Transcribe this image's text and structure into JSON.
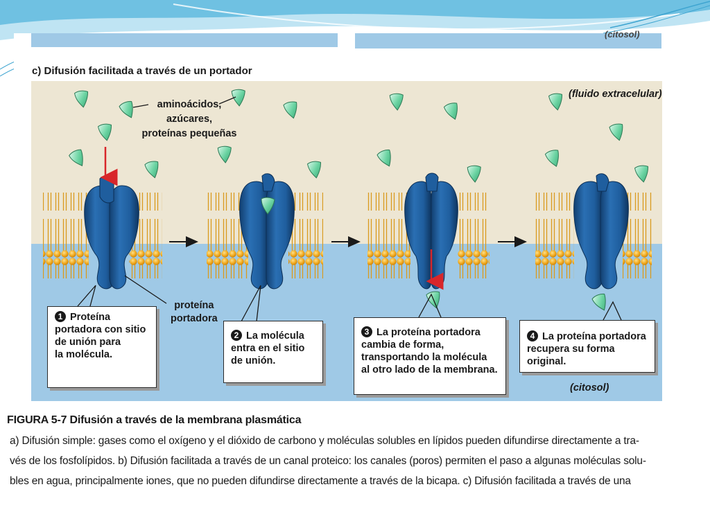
{
  "section_title": "c) Difusión facilitada a través de un portador",
  "top_right_fragment": "(citosol)",
  "labels": {
    "solutes": [
      "aminoácidos,",
      "azúcares,",
      "proteínas pequeñas"
    ],
    "extracellular": "(fluido extracelular)",
    "cytosol": "(citosol)",
    "carrier_protein": [
      "proteína",
      "portadora"
    ]
  },
  "steps": [
    {
      "number": "1",
      "text": [
        "Proteína",
        "portadora con sitio",
        "de unión para",
        "la molécula."
      ]
    },
    {
      "number": "2",
      "text": [
        "La molécula",
        "entra en el sitio",
        "de unión."
      ]
    },
    {
      "number": "3",
      "text": [
        "La proteína portadora",
        "cambia de forma,",
        "transportando la molécula",
        "al otro lado de la membrana."
      ]
    },
    {
      "number": "4",
      "text": [
        "La proteína portadora",
        "recupera su forma original."
      ]
    }
  ],
  "caption": {
    "title": "FIGURA 5-7  Difusión a través de la membrana plasmática",
    "lines": [
      "a) Difusión simple: gases como el oxígeno y el dióxido de carbono y moléculas solubles en lípidos pueden difundirse directamente a tra-",
      "vés de los fosfolípidos. b) Difusión facilitada a través de un canal proteico: los canales (poros) permiten el paso a algunas moléculas solu-",
      "bles en agua, principalmente iones, que no pueden difundirse directamente a través de la bicapa. c) Difusión facilitada a través de una"
    ]
  },
  "colors": {
    "extracellular_bg": "#ede6d3",
    "cytosol_bg": "#9fc9e6",
    "carrier_protein": "#1f5e9e",
    "lipid_head": "#f0a81c",
    "molecule": "#6cd4a3",
    "arrow_red": "#d8262a",
    "slide_accent": "#5bb6dc"
  }
}
